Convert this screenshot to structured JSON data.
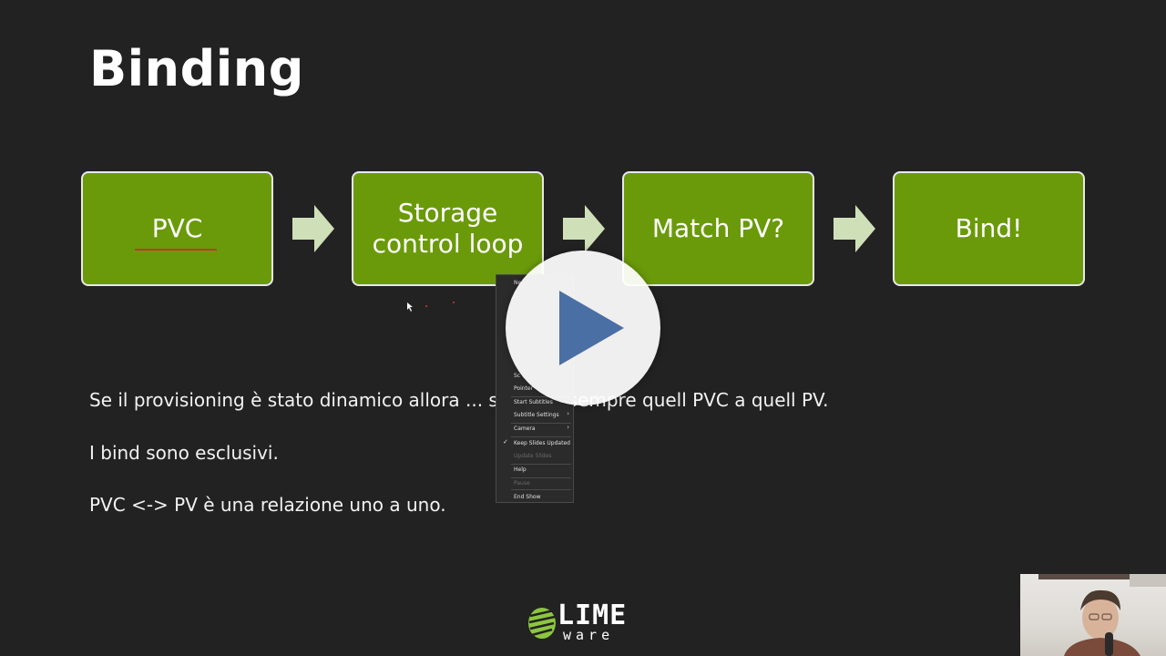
{
  "slide": {
    "title": "Binding",
    "flow": [
      {
        "label": "PVC"
      },
      {
        "label": "Storage\ncontrol loop"
      },
      {
        "label": "Match PV?"
      },
      {
        "label": "Bind!"
      }
    ],
    "paragraphs": [
      "Se il provisioning è stato dinamico allora ... segnerà sempre quell PVC a quell PV.",
      "I bind sono esclusivi.",
      "PVC <-> PV è una relazione uno a uno."
    ]
  },
  "context_menu": {
    "items": [
      {
        "label": "Ne",
        "disabled": false
      },
      {
        "label": "Sc",
        "disabled": false
      },
      {
        "label": "Pointer",
        "disabled": false
      },
      {
        "label": "Start Subtitles",
        "disabled": false
      },
      {
        "label": "Subtitle Settings",
        "disabled": false,
        "submenu": true
      },
      {
        "label": "Camera",
        "disabled": false,
        "submenu": true
      },
      {
        "label": "Keep Slides Updated",
        "disabled": false,
        "checked": true
      },
      {
        "label": "Update Slides",
        "disabled": true
      },
      {
        "label": "Help",
        "disabled": false
      },
      {
        "label": "Pause",
        "disabled": true
      },
      {
        "label": "End Show",
        "disabled": false
      }
    ]
  },
  "video": {
    "play_icon": "play-icon",
    "play_color": "#4a6fa5"
  },
  "logo": {
    "text": "LIME",
    "subtext": "ware"
  },
  "colors": {
    "background": "#222222",
    "box_fill": "#6a9a0a",
    "arrow_fill": "#cfe0b8",
    "underline": "#c0392b"
  }
}
